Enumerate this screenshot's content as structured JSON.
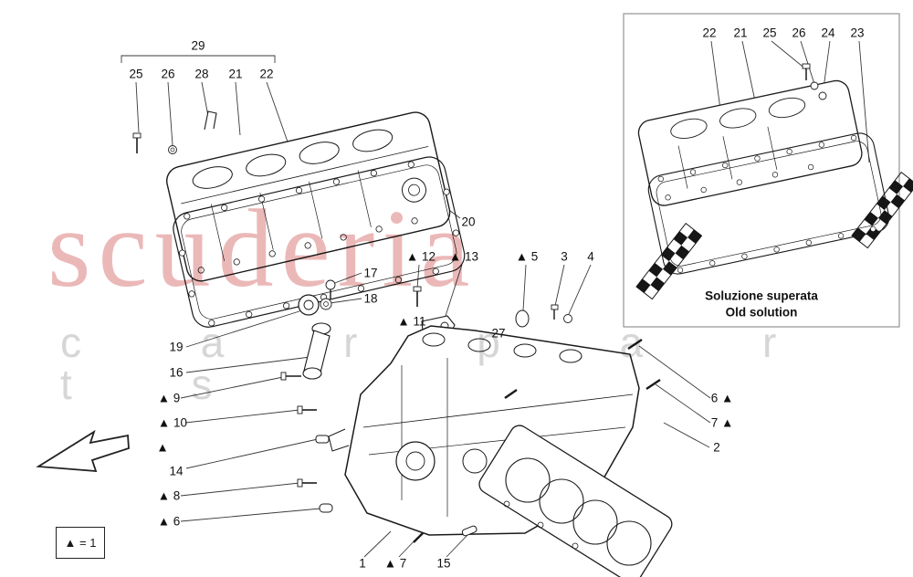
{
  "watermark": {
    "primary": "scuderia",
    "secondary": "c a r   p a r t s",
    "primary_color": "#df8c8c",
    "secondary_color": "#cfcfcf"
  },
  "legend": {
    "text": "▲ = 1"
  },
  "inset": {
    "caption_it": "Soluzione superata",
    "caption_en": "Old solution"
  },
  "callouts": {
    "main": {
      "c29": "29",
      "c25": "25",
      "c26": "26",
      "c28": "28",
      "c21": "21",
      "c22": "22",
      "c20": "20",
      "c17": "17",
      "c18": "18",
      "c12": "▲ 12",
      "c13": "▲ 13",
      "c5": "▲ 5",
      "c3": "3",
      "c4": "4",
      "c11": "▲ 11",
      "c27": "27",
      "c19": "19",
      "c16": "16",
      "c9": "▲ 9",
      "c10": "▲ 10",
      "ctri": "▲",
      "c14": "14",
      "c8": "▲ 8",
      "c6l": "▲ 6",
      "c6r": "6 ▲",
      "c7r": "7 ▲",
      "c2": "2",
      "c1": "1",
      "c7b": "▲ 7",
      "c15": "15"
    },
    "inset": {
      "i22": "22",
      "i21": "21",
      "i25": "25",
      "i26": "26",
      "i24": "24",
      "i23": "23"
    }
  }
}
